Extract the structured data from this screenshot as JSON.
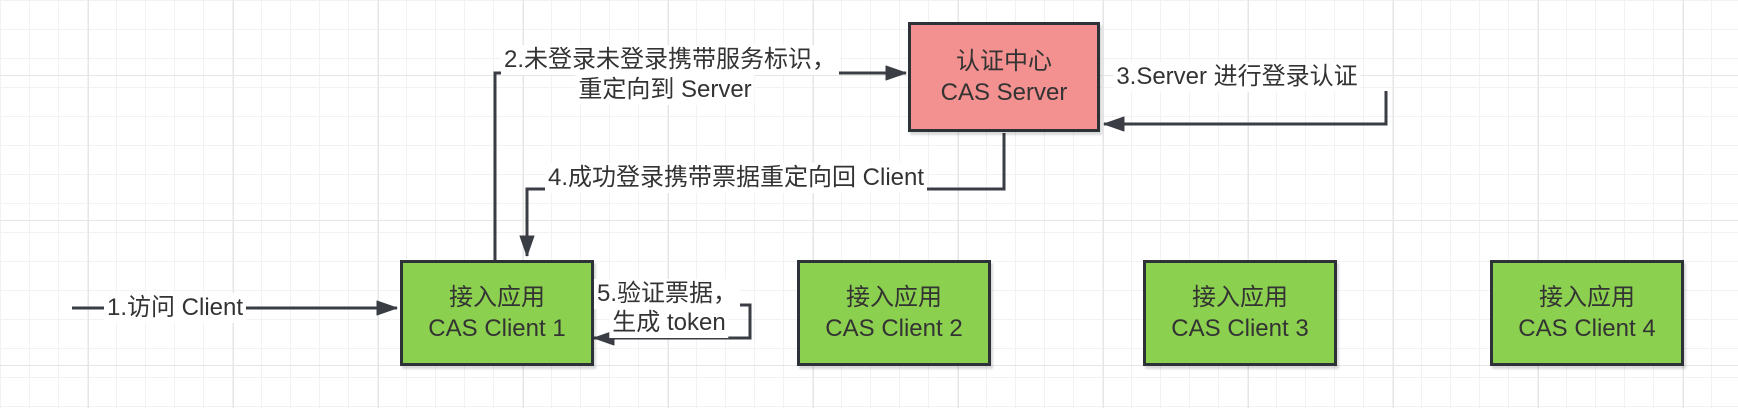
{
  "diagram": {
    "title": "CAS single sign-on flow",
    "nodes": {
      "server": {
        "line1": "认证中心",
        "line2": "CAS Server"
      },
      "clients": [
        {
          "line1": "接入应用",
          "line2": "CAS Client 1"
        },
        {
          "line1": "接入应用",
          "line2": "CAS Client 2"
        },
        {
          "line1": "接入应用",
          "line2": "CAS Client 3"
        },
        {
          "line1": "接入应用",
          "line2": "CAS Client 4"
        }
      ]
    },
    "labels": {
      "step1": "1.访问 Client",
      "step2_line1": "2.未登录未登录携带服务标识，",
      "step2_line2": "重定向到 Server",
      "step3": "3.Server 进行登录认证",
      "step4": "4.成功登录携带票据重定向回 Client",
      "step5_line1": "5.验证票据，",
      "step5_line2": "生成 token"
    },
    "colors": {
      "server_fill": "#f2918f",
      "client_fill": "#8cd04f",
      "border": "#2d3138",
      "connector": "#3a3e44",
      "text": "#333333",
      "grid_minor": "#f2f2f2",
      "grid_major": "#e6e6e6"
    }
  }
}
